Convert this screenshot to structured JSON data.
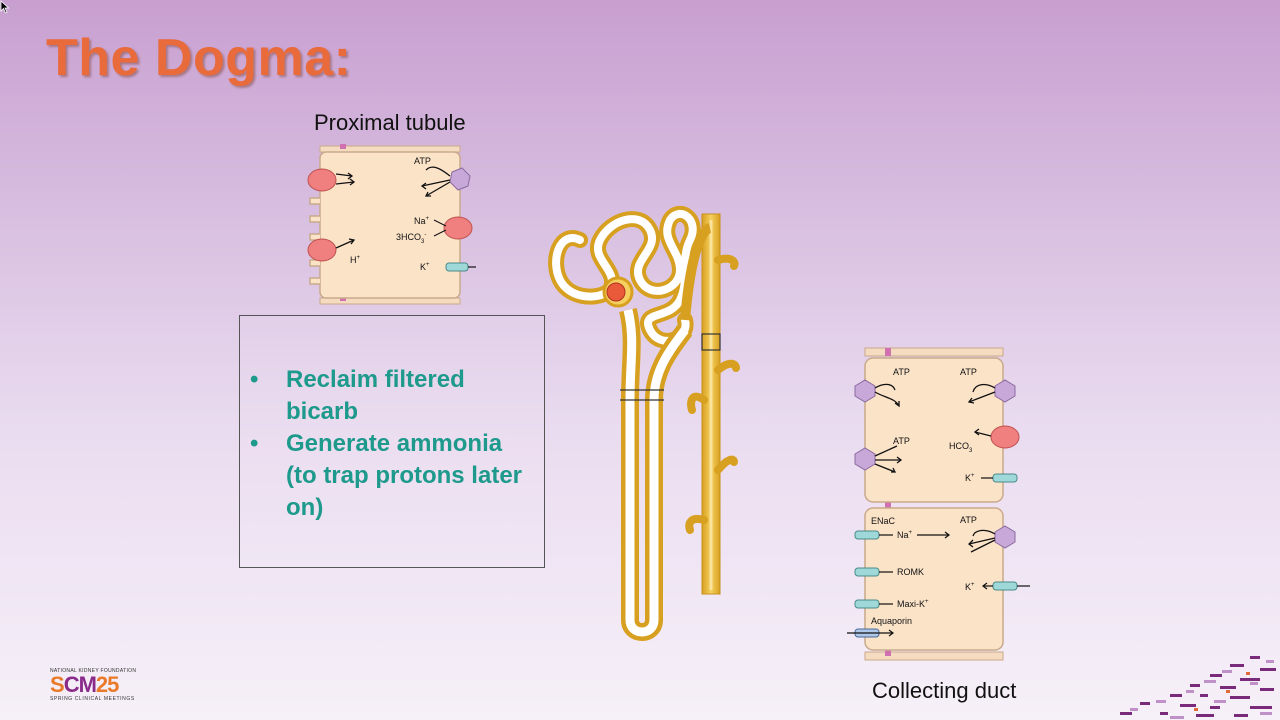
{
  "slide": {
    "title": "The Dogma:",
    "proximal_label": "Proximal tubule",
    "collecting_label": "Collecting duct",
    "bullets": [
      "Reclaim filtered bicarb",
      "Generate ammonia (to trap protons later on)"
    ]
  },
  "proximal_cell": {
    "atp": "ATP",
    "na": "Na",
    "na_sup": "+",
    "hco3": "3HCO",
    "hco3_sub": "3",
    "hco3_sup": "-",
    "h": "H",
    "h_sup": "+",
    "k": "K",
    "k_sup": "+"
  },
  "collecting_cell": {
    "atp1": "ATP",
    "atp2": "ATP",
    "atp3": "ATP",
    "atp4": "ATP",
    "hco3": "HCO",
    "hco3_sub": "3",
    "k1": "K",
    "k1_sup": "+",
    "enac": "ENaC",
    "na": "Na",
    "na_sup": "+",
    "romk": "ROMK",
    "k2": "K",
    "k2_sup": "+",
    "maxik": "Maxi-K",
    "maxik_sup": "+",
    "aquaporin": "Aquaporin"
  },
  "logo": {
    "org": "NATIONAL KIDNEY FOUNDATION",
    "scm_s": "S",
    "scm_cm": "CM",
    "scm_year": "25",
    "subtitle": "SPRING CLINICAL MEETINGS"
  },
  "colors": {
    "title": "#e96a3a",
    "bullets": "#1e9a8c",
    "cell_fill": "#fbe3c8",
    "tubule": "#e8b830",
    "pump_red": "#f08080",
    "pump_purple": "#c8a8d8",
    "channel_teal": "#9ed8d8"
  }
}
